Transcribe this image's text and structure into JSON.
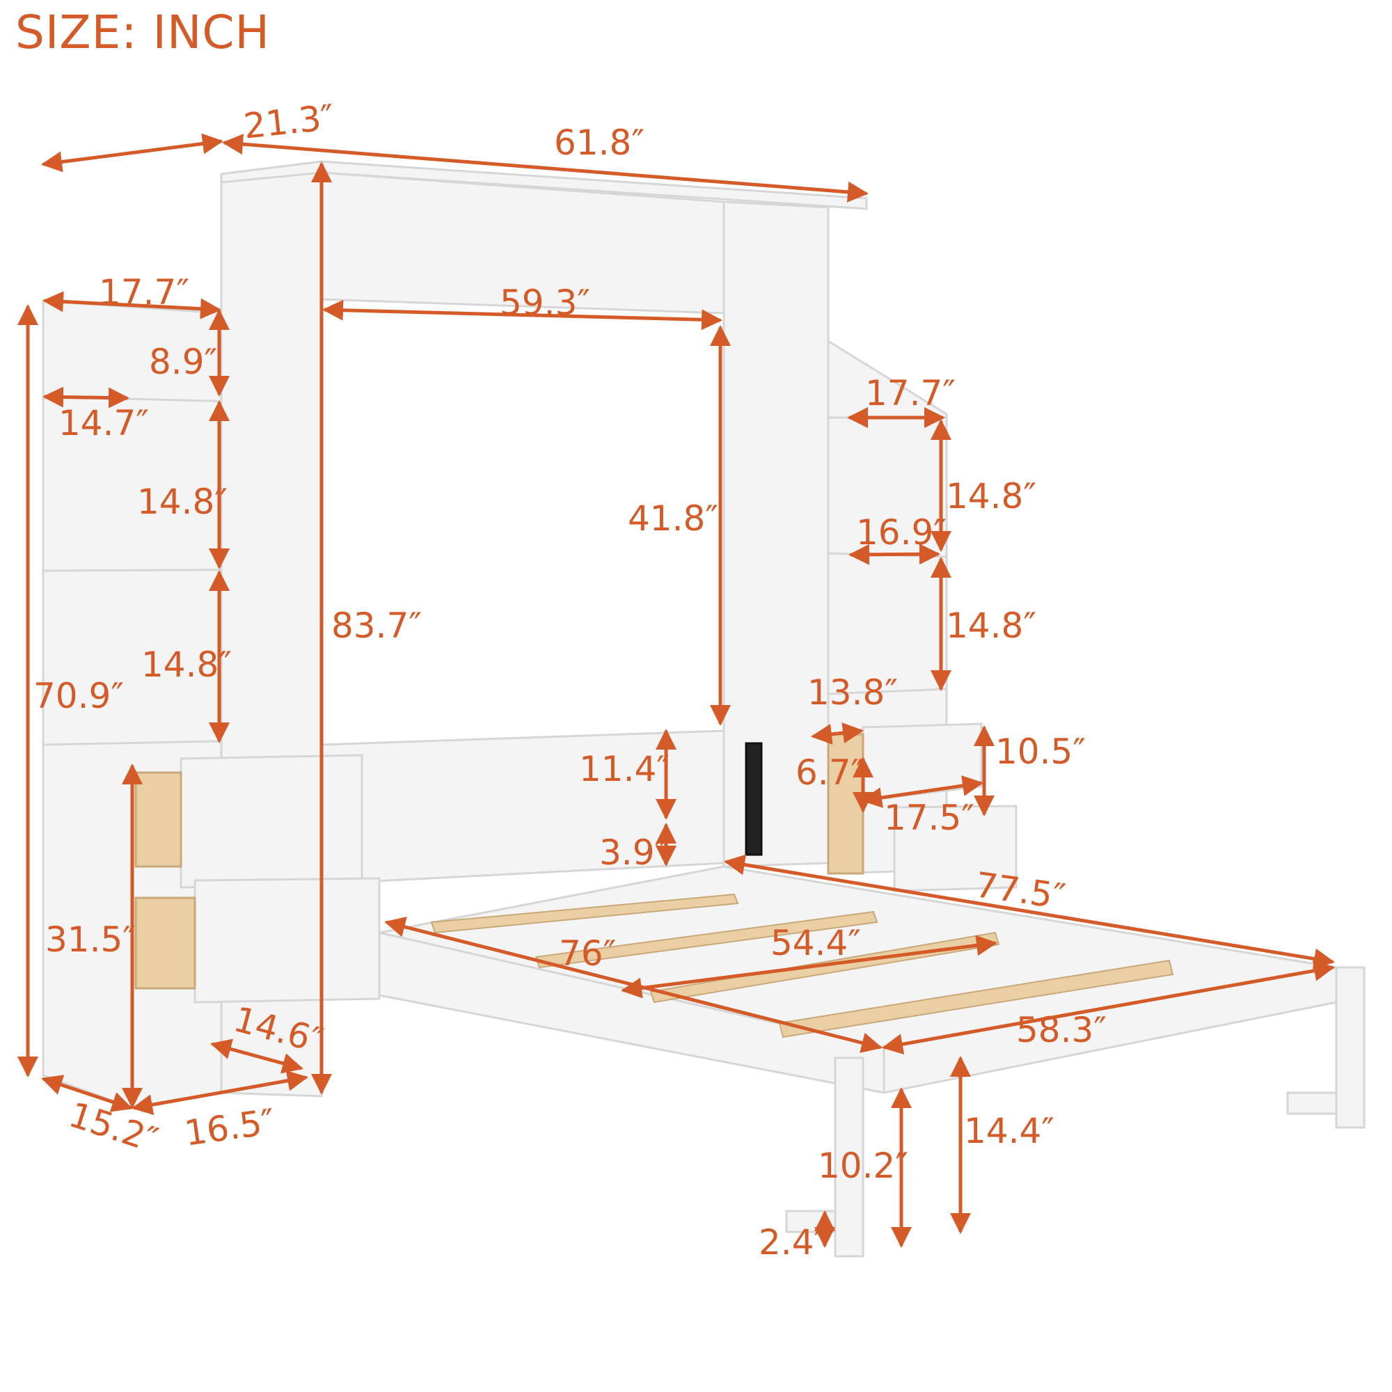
{
  "title": "SIZE: INCH",
  "colors": {
    "accent": "#D45A28",
    "furniture": "#F4F4F4",
    "furniture_edge": "#D6D6D6",
    "wood": "#E9CFA3",
    "background": "#FFFFFF"
  },
  "product": "Wall bed (Murphy bed) with side storage cabinets, shelves and drawers",
  "dimensions": {
    "cabinet_depth_top": "21.3″",
    "headboard_top_width": "61.8″",
    "left_cabinet_width": "17.7″",
    "inner_opening_width": "59.3″",
    "left_top_shelf_height": "8.9″",
    "left_shelf_depth": "14.7″",
    "right_cabinet_width": "17.7″",
    "right_upper_shelf_height": "14.8″",
    "right_shelf_inner_width": "16.9″",
    "inner_opening_height": "41.8″",
    "left_upper_shelf_height": "14.8″",
    "overall_height": "83.7″",
    "right_lower_shelf_height": "14.8″",
    "left_lower_shelf_height": "14.8″",
    "left_cabinet_height": "70.9″",
    "right_drawer_depth": "13.8″",
    "headboard_panel_height": "11.4″",
    "right_drawer_front_height": "10.5″",
    "right_drawer_box_height": "6.7″",
    "right_drawer_front_width": "17.5″",
    "headboard_gap": "3.9″",
    "overall_length": "77.5″",
    "left_lower_cabinet_height": "31.5″",
    "mattress_length": "76″",
    "mattress_width": "54.4″",
    "bottom_shelf_depth": "14.6″",
    "bed_frame_width": "58.3″",
    "left_base_depth": "15.2″",
    "left_base_width": "16.5″",
    "frame_height": "14.4″",
    "leg_clearance": "10.2″",
    "foot_height": "2.4″"
  }
}
